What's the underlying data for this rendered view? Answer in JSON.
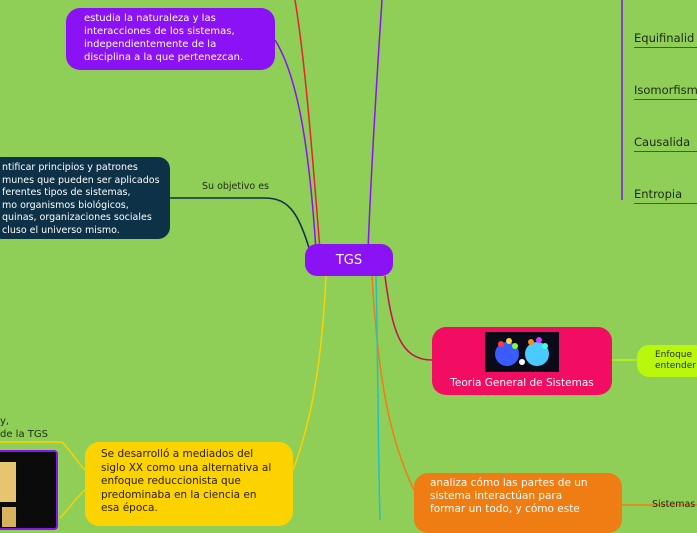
{
  "central": {
    "label": "TGS"
  },
  "nodes": {
    "purple_note": "estudia la naturaleza y las\ninteracciones de los sistemas,\nindependientemente de la\ndisciplina a la que pertenezcan.",
    "objective_note": "ntificar principios y patrones\nmunes que pueden ser aplicados\nferentes tipos de sistemas,\nmo organismos biológicos,\nquinas, organizaciones sociales\ncluso el universo mismo.",
    "pink_topic": "Teoria General de Sistemas",
    "lime_note": "Enfoque\nentender",
    "yellow_note": "Se desarrolló a mediados del\nsiglo XX como una alternativa al\nenfoque reduccionista que\npredominaba en la ciencia en\nesa época.",
    "orange_note": "analiza cómo las partes de un\nsistema interactúan para\nformar un todo, y cómo este",
    "left_text": "y,\nde la TGS"
  },
  "edge_labels": {
    "objective": "Su objetivo es",
    "sistemas": "Sistemas"
  },
  "right_topics": [
    "Equifinalid",
    "Isomorfism",
    "Causalida",
    "Entropia"
  ],
  "colors": {
    "background": "#8fce57",
    "purple": "#8a12f4",
    "navy": "#0d3146",
    "pink": "#f20d63",
    "lime": "#b9f70c",
    "yellow": "#fcd201",
    "orange": "#f07c14"
  },
  "icons": {
    "pink_topic_image": "heads-thinking-icon",
    "left_image": "photo-thumbnail-icon"
  }
}
